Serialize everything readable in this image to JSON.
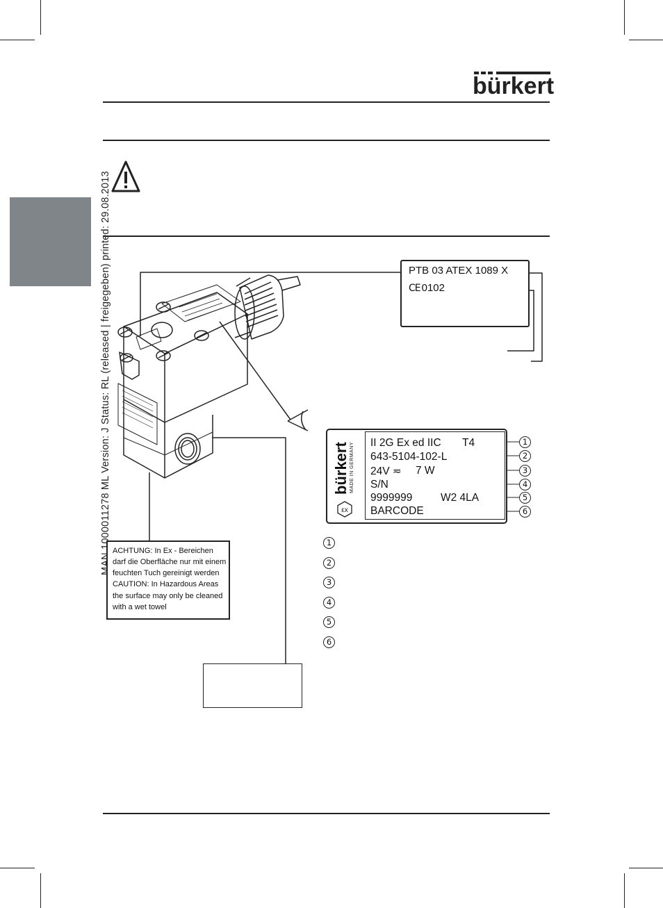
{
  "header": {
    "brand_logo": "bürkert"
  },
  "side_margin_text": "MAN 1000011278 ML Version: J Status: RL (released | freigegeben) printed: 29.08.2013",
  "icons": {
    "warning": "warning-triangle-icon",
    "explosion_protection": "ex-hexagon-icon",
    "eye": "eye-icon"
  },
  "ptb_label": {
    "certificate": "PTB 03 ATEX 1089 X",
    "ce_mark": "CE",
    "ce_number": "0102"
  },
  "type_plate": {
    "brand": "bürkert",
    "made_in": "MADE IN GERMANY",
    "lines": [
      {
        "number": "1",
        "left": "II 2G  Ex ed  IIC",
        "right": "T4"
      },
      {
        "number": "2",
        "left": "643-5104-102-L",
        "right": ""
      },
      {
        "number": "3",
        "left": "24V  ≂",
        "right": "7 W"
      },
      {
        "number": "4",
        "left": "S/N",
        "right": ""
      },
      {
        "number": "5",
        "left": "9999999",
        "right": "W2 4LA"
      },
      {
        "number": "6",
        "left": "BARCODE",
        "right": ""
      }
    ]
  },
  "legend_numbers": [
    "1",
    "2",
    "3",
    "4",
    "5",
    "6"
  ],
  "caution_label": {
    "lines": [
      "ACHTUNG: In Ex - Bereichen",
      "darf die Oberfläche nur mit einem",
      "feuchten Tuch gereinigt werden",
      "CAUTION: In Hazardous Areas",
      "the surface may only be cleaned",
      "with a wet towel"
    ]
  }
}
